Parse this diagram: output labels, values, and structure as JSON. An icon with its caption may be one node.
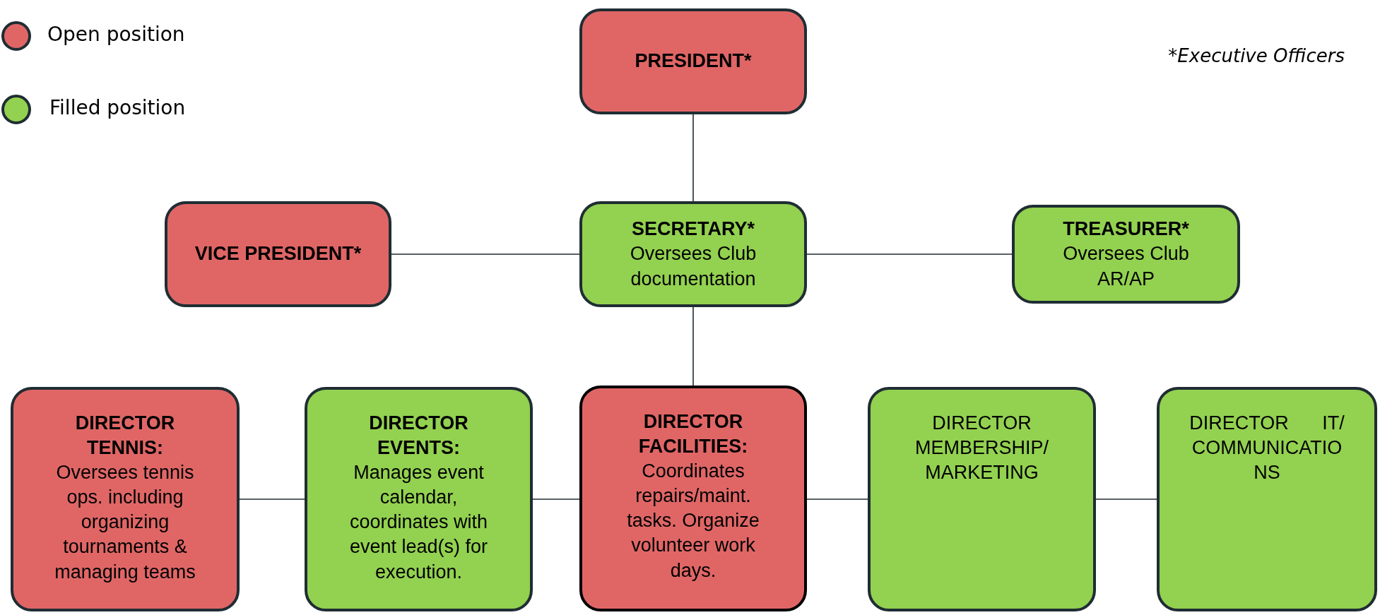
{
  "diagram": {
    "nodes": [
      {
        "text": [
          "PRESIDENT*"
        ]
      },
      {
        "text": [
          "VICE PRESIDENT*"
        ]
      },
      {
        "text": [
          "SECRETARY*",
          "Oversees Club documentation"
        ]
      },
      {
        "text": [
          "TREASURER*",
          "Oversees Club AR/AP"
        ]
      },
      {
        "text": [
          "DIRECTOR TENNIS:",
          "Oversees tennis ops. including organizing tournaments & managing teams"
        ]
      },
      {
        "text": [
          "DIRECTOR EVENTS:",
          "Manages event calendar, coordinates with event lead(s) for execution."
        ]
      },
      {
        "text": [
          "DIRECTOR FACILITIES:",
          "Coordinates repairs/maint. tasks. Organize volunteer work days."
        ]
      },
      {
        "text": [
          "DIRECTOR MEMBERSHIP/ MARKETING"
        ]
      },
      {
        "text": [
          "DIRECTOR IT/ COMMUNICATIO NS"
        ]
      }
    ],
    "edges": [
      {
        "from": 0,
        "to": 2,
        "arrow": "none"
      },
      {
        "from": 1,
        "to": 2,
        "arrow": "none"
      },
      {
        "from": 2,
        "to": 3,
        "arrow": "none"
      },
      {
        "from": 2,
        "to": 6,
        "arrow": "none"
      },
      {
        "from": 4,
        "to": 5,
        "arrow": "none"
      },
      {
        "from": 5,
        "to": 6,
        "arrow": "none"
      },
      {
        "from": 6,
        "to": 7,
        "arrow": "none"
      },
      {
        "from": 7,
        "to": 8,
        "arrow": "none"
      }
    ],
    "labels": [
      "*Executive Officers"
    ],
    "legend": [
      {
        "text": "Open position",
        "color": "#e06666"
      },
      {
        "text": "Filled position",
        "color": "#93d150"
      }
    ]
  }
}
